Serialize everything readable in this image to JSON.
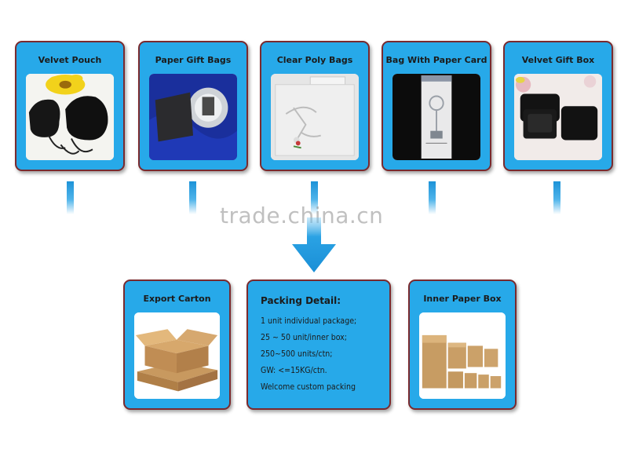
{
  "top_cards": [
    {
      "title": "Velvet Pouch",
      "image": "velvet-pouch-photo"
    },
    {
      "title": "Paper Gift Bags",
      "image": "paper-gift-bag-photo"
    },
    {
      "title": "Clear Poly Bags",
      "image": "clear-poly-bag-photo"
    },
    {
      "title": "Bag With Paper Card",
      "image": "bag-with-paper-card-photo"
    },
    {
      "title": "Velvet Gift Box",
      "image": "velvet-gift-box-photo"
    }
  ],
  "watermark": "trade.china.cn",
  "bottom_cards": {
    "export_carton": {
      "title": "Export Carton",
      "image": "export-carton-photo"
    },
    "packing_detail": {
      "title": "Packing Detail:",
      "lines": [
        "1 unit individual package;",
        "25 ~ 50 unit/inner box;",
        "250~500 units/ctn;",
        "GW: <=15KG/ctn.",
        "Welcome custom packing"
      ]
    },
    "inner_paper_box": {
      "title": "Inner Paper Box",
      "image": "inner-paper-box-photo"
    }
  },
  "colors": {
    "card_fill": "#27a9e9",
    "card_border": "#7a2a2e",
    "arrow": "#1d93d8"
  }
}
